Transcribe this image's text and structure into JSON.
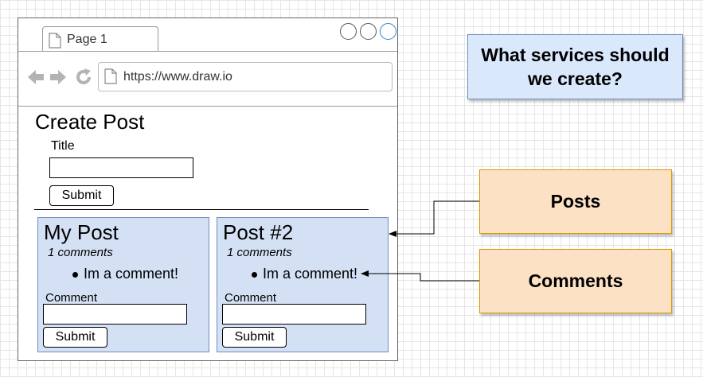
{
  "browser": {
    "tab_label": "Page 1",
    "url": "https://www.draw.io"
  },
  "create_post": {
    "title": "Create Post",
    "field_label": "Title",
    "submit_label": "Submit"
  },
  "posts": [
    {
      "title": "My Post",
      "comment_count": "1 comments",
      "comments": [
        "Im a comment!"
      ],
      "comment_label": "Comment",
      "submit_label": "Submit"
    },
    {
      "title": "Post #2",
      "comment_count": "1 comments",
      "comments": [
        "Im a comment!"
      ],
      "comment_label": "Comment",
      "submit_label": "Submit"
    }
  ],
  "annotations": {
    "question": "What services should we create?",
    "services": [
      "Posts",
      "Comments"
    ]
  },
  "colors": {
    "post_fill": "#d4e1f5",
    "question_fill": "#dae8fc",
    "service_fill": "#fce1c4",
    "service_stroke": "#d79b00",
    "accent_circle": "#2a86d4"
  }
}
